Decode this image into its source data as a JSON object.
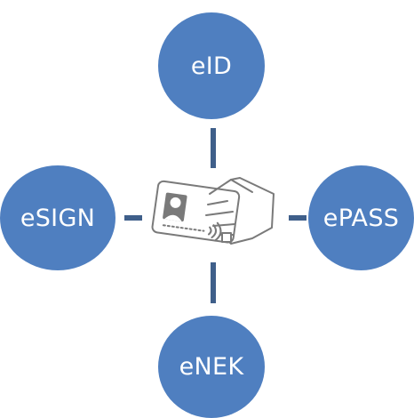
{
  "diagram": {
    "center": {
      "icon": "id-card-in-hand-icon"
    },
    "nodes": [
      {
        "id": "eid",
        "label": "eID"
      },
      {
        "id": "esign",
        "label": "eSIGN"
      },
      {
        "id": "epass",
        "label": "ePASS"
      },
      {
        "id": "enek",
        "label": "eNEK"
      }
    ],
    "colors": {
      "node_fill": "#4f7fc0",
      "connector": "#3f5f8a",
      "icon_stroke": "#7a7a7a",
      "node_text": "#ffffff"
    }
  }
}
